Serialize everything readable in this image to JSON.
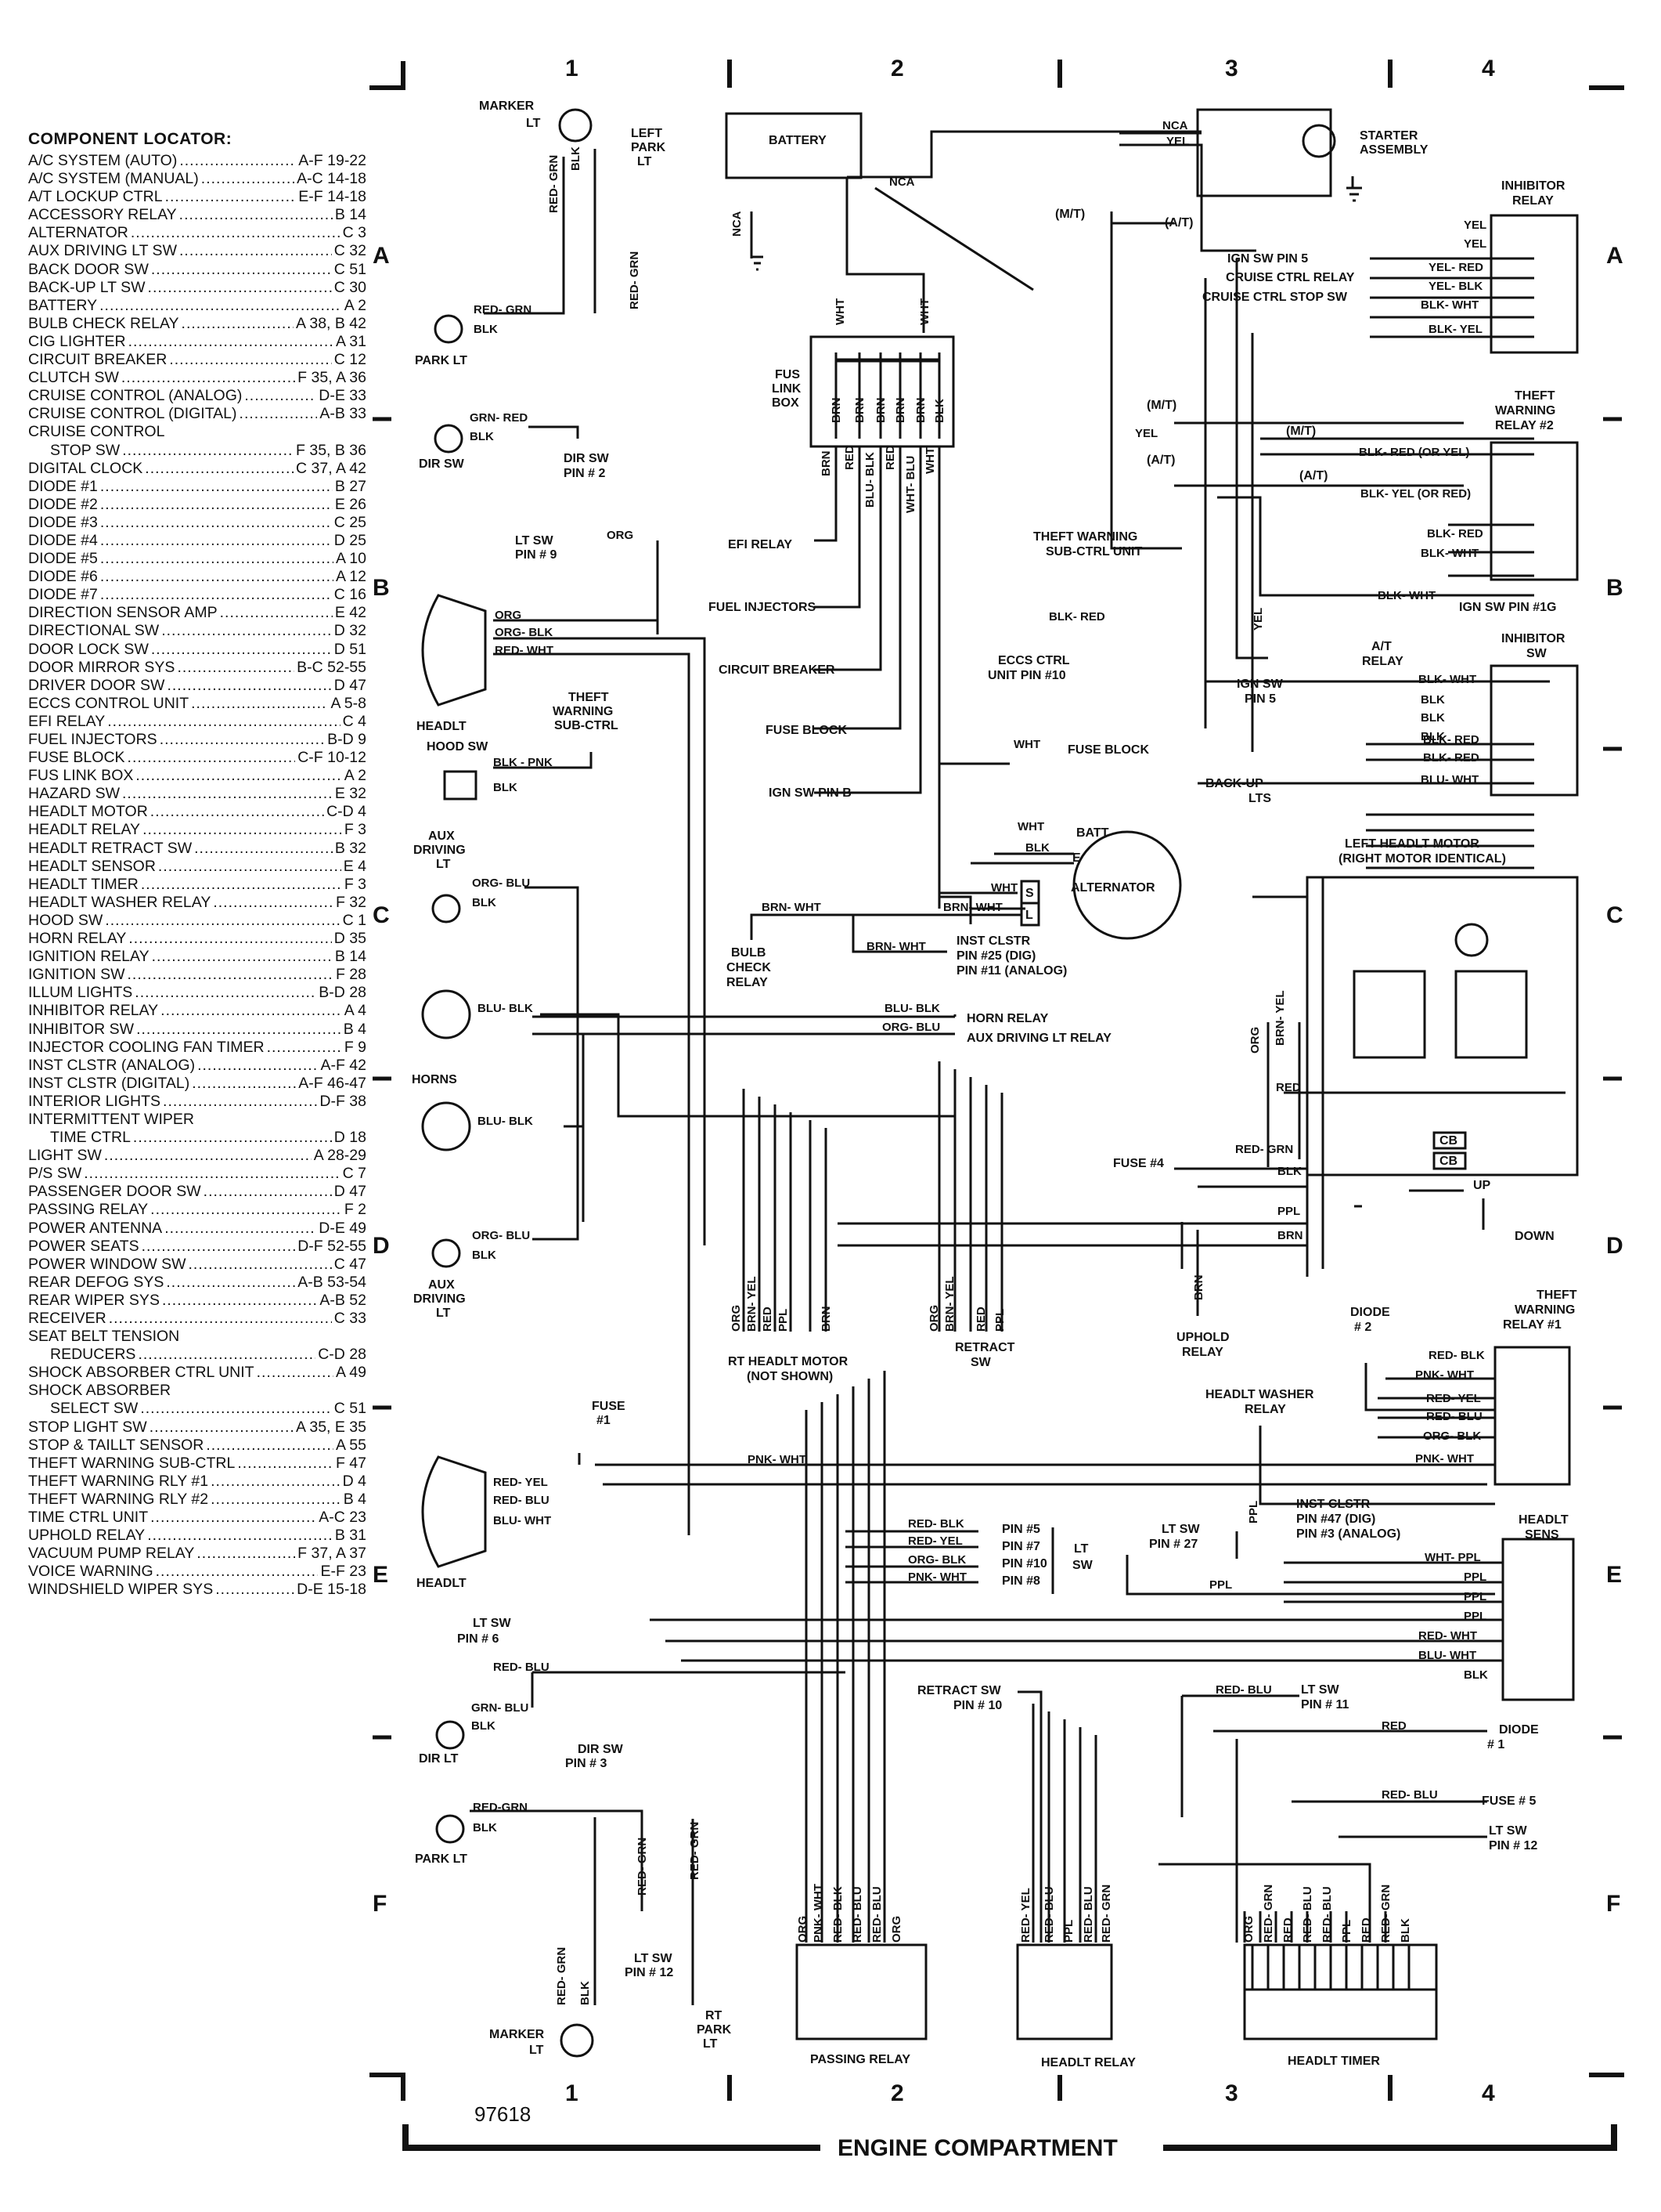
{
  "figure_id": "97618",
  "footer_title": "ENGINE COMPARTMENT",
  "grid": {
    "columns": [
      "1",
      "2",
      "3",
      "4"
    ],
    "rows": [
      "A",
      "B",
      "C",
      "D",
      "E",
      "F"
    ]
  },
  "component_locator": {
    "title": "COMPONENT LOCATOR:",
    "entries": [
      {
        "name": "A/C SYSTEM (AUTO)",
        "ref": "A-F 19-22"
      },
      {
        "name": "A/C SYSTEM (MANUAL)",
        "ref": "A-C 14-18"
      },
      {
        "name": "A/T LOCKUP CTRL",
        "ref": "E-F 14-18"
      },
      {
        "name": "ACCESSORY RELAY",
        "ref": "B 14"
      },
      {
        "name": "ALTERNATOR",
        "ref": "C 3"
      },
      {
        "name": "AUX DRIVING LT SW",
        "ref": "C 32"
      },
      {
        "name": "BACK DOOR SW",
        "ref": "C 51"
      },
      {
        "name": "BACK-UP LT SW",
        "ref": "C 30"
      },
      {
        "name": "BATTERY",
        "ref": "A 2"
      },
      {
        "name": "BULB CHECK RELAY",
        "ref": "A 38, B 42"
      },
      {
        "name": "CIG LIGHTER",
        "ref": "A 31"
      },
      {
        "name": "CIRCUIT BREAKER",
        "ref": "C 12"
      },
      {
        "name": "CLUTCH SW",
        "ref": "F 35, A 36"
      },
      {
        "name": "CRUISE CONTROL (ANALOG)",
        "ref": "D-E 33"
      },
      {
        "name": "CRUISE CONTROL (DIGITAL)",
        "ref": "A-B 33"
      },
      {
        "name": "CRUISE CONTROL",
        "ref": ""
      },
      {
        "name": "STOP SW",
        "ref": "F 35, B 36",
        "cont": true
      },
      {
        "name": "DIGITAL CLOCK",
        "ref": "C 37, A 42"
      },
      {
        "name": "DIODE #1",
        "ref": "B 27"
      },
      {
        "name": "DIODE #2",
        "ref": "E 26"
      },
      {
        "name": "DIODE #3",
        "ref": "C 25"
      },
      {
        "name": "DIODE #4",
        "ref": "D 25"
      },
      {
        "name": "DIODE #5",
        "ref": "A 10"
      },
      {
        "name": "DIODE #6",
        "ref": "A 12"
      },
      {
        "name": "DIODE #7",
        "ref": "C 16"
      },
      {
        "name": "DIRECTION SENSOR AMP",
        "ref": "E 42"
      },
      {
        "name": "DIRECTIONAL SW",
        "ref": "D 32"
      },
      {
        "name": "DOOR LOCK SW",
        "ref": "D 51"
      },
      {
        "name": "DOOR MIRROR SYS",
        "ref": "B-C 52-55"
      },
      {
        "name": "DRIVER DOOR SW",
        "ref": "D 47"
      },
      {
        "name": "ECCS CONTROL UNIT",
        "ref": "A 5-8"
      },
      {
        "name": "EFI RELAY",
        "ref": "C 4"
      },
      {
        "name": "FUEL INJECTORS",
        "ref": "B-D 9"
      },
      {
        "name": "FUSE BLOCK",
        "ref": "C-F 10-12"
      },
      {
        "name": "FUS LINK BOX",
        "ref": "A 2"
      },
      {
        "name": "HAZARD SW",
        "ref": "E 32"
      },
      {
        "name": "HEADLT MOTOR",
        "ref": "C-D 4"
      },
      {
        "name": "HEADLT RELAY",
        "ref": "F 3"
      },
      {
        "name": "HEADLT RETRACT SW",
        "ref": "B 32"
      },
      {
        "name": "HEADLT SENSOR",
        "ref": "E 4"
      },
      {
        "name": "HEADLT TIMER",
        "ref": "F 3"
      },
      {
        "name": "HEADLT WASHER RELAY",
        "ref": "F 32"
      },
      {
        "name": "HOOD SW",
        "ref": "C 1"
      },
      {
        "name": "HORN RELAY",
        "ref": "D 35"
      },
      {
        "name": "IGNITION RELAY",
        "ref": "B 14"
      },
      {
        "name": "IGNITION SW",
        "ref": "F 28"
      },
      {
        "name": "ILLUM LIGHTS",
        "ref": "B-D 28"
      },
      {
        "name": "INHIBITOR RELAY",
        "ref": "A 4"
      },
      {
        "name": "INHIBITOR SW",
        "ref": "B 4"
      },
      {
        "name": "INJECTOR COOLING FAN TIMER",
        "ref": "F 9"
      },
      {
        "name": "INST CLSTR (ANALOG)",
        "ref": "A-F 42"
      },
      {
        "name": "INST CLSTR (DIGITAL)",
        "ref": "A-F 46-47"
      },
      {
        "name": "INTERIOR LIGHTS",
        "ref": "D-F 38"
      },
      {
        "name": "INTERMITTENT WIPER",
        "ref": ""
      },
      {
        "name": "TIME CTRL",
        "ref": "D 18",
        "cont": true
      },
      {
        "name": "LIGHT SW",
        "ref": "A 28-29"
      },
      {
        "name": "P/S SW",
        "ref": "C 7"
      },
      {
        "name": "PASSENGER DOOR SW",
        "ref": "D 47"
      },
      {
        "name": "PASSING RELAY",
        "ref": "F 2"
      },
      {
        "name": "POWER ANTENNA",
        "ref": "D-E 49"
      },
      {
        "name": "POWER SEATS",
        "ref": "D-F 52-55"
      },
      {
        "name": "POWER WINDOW SW",
        "ref": "C 47"
      },
      {
        "name": "REAR DEFOG SYS",
        "ref": "A-B 53-54"
      },
      {
        "name": "REAR WIPER SYS",
        "ref": "A-B 52"
      },
      {
        "name": "RECEIVER",
        "ref": "C 33"
      },
      {
        "name": "SEAT BELT TENSION",
        "ref": ""
      },
      {
        "name": "REDUCERS",
        "ref": "C-D 28",
        "cont": true
      },
      {
        "name": "SHOCK ABSORBER CTRL UNIT",
        "ref": "A 49"
      },
      {
        "name": "SHOCK ABSORBER",
        "ref": ""
      },
      {
        "name": "SELECT SW",
        "ref": "C 51",
        "cont": true
      },
      {
        "name": "STOP LIGHT SW",
        "ref": "A 35, E 35"
      },
      {
        "name": "STOP & TAILLT SENSOR",
        "ref": "A 55"
      },
      {
        "name": "THEFT WARNING SUB-CTRL",
        "ref": "F 47"
      },
      {
        "name": "THEFT WARNING RLY #1",
        "ref": "D 4"
      },
      {
        "name": "THEFT WARNING RLY #2",
        "ref": "B 4"
      },
      {
        "name": "TIME CTRL UNIT",
        "ref": "A-C 23"
      },
      {
        "name": "UPHOLD RELAY",
        "ref": "B 31"
      },
      {
        "name": "VACUUM PUMP RELAY",
        "ref": "F 37, A 37"
      },
      {
        "name": "VOICE WARNING",
        "ref": "E-F 23"
      },
      {
        "name": "WINDSHIELD WIPER SYS",
        "ref": "D-E 15-18"
      }
    ]
  },
  "components": {
    "marker_lt_top": [
      "MARKER",
      "LT"
    ],
    "left_park_lt": [
      "LEFT",
      "PARK",
      "LT"
    ],
    "park_lt": "PARK LT",
    "dir_sw": "DIR SW",
    "dir_sw_pin2": [
      "DIR SW",
      "PIN # 2"
    ],
    "battery": "BATTERY",
    "starter": [
      "STARTER",
      "ASSEMBLY"
    ],
    "inhibitor_relay": [
      "INHIBITOR",
      "RELAY"
    ],
    "fus_link_box": [
      "FUS",
      "LINK",
      "BOX"
    ],
    "efi_relay": "EFI RELAY",
    "fuel_injectors": "FUEL INJECTORS",
    "circuit_breaker": "CIRCUIT BREAKER",
    "fuse_block": "FUSE BLOCK",
    "ign_sw_pin_b": "IGN SW PIN B",
    "lt_sw_pin9": [
      "LT SW",
      "PIN # 9"
    ],
    "headlt": "HEADLT",
    "theft_sub_ctrl": [
      "THEFT",
      "WARNING",
      "SUB-CTRL"
    ],
    "hood_sw": "HOOD SW",
    "aux_driving_lt": [
      "AUX",
      "DRIVING",
      "LT"
    ],
    "horns": "HORNS",
    "ign_sw_pin5": "IGN SW PIN 5",
    "cruise_ctrl_relay": "CRUISE CTRL RELAY",
    "cruise_ctrl_stop_sw": "CRUISE CTRL STOP SW",
    "mt": "(M/T)",
    "at": "(A/T)",
    "theft_relay2": [
      "THEFT",
      "WARNING",
      "RELAY #2"
    ],
    "theft_sub_ctrl_unit": [
      "THEFT WARNING",
      "SUB-CTRL UNIT"
    ],
    "ign_sw_pin1g": "IGN SW PIN #1G",
    "eccs": [
      "ECCS CTRL",
      "UNIT PIN #10"
    ],
    "ign_sw_pin5b": [
      "IGN SW",
      "PIN 5"
    ],
    "at_relay": [
      "A/T",
      "RELAY"
    ],
    "inhibitor_sw": [
      "INHIBITOR",
      "SW"
    ],
    "back_up_lts": [
      "BACK-UP",
      "LTS"
    ],
    "batt": "BATT",
    "e": "E",
    "s": "S",
    "l": "L",
    "alternator": "ALTERNATOR",
    "bulb_check": [
      "BULB",
      "CHECK",
      "RELAY"
    ],
    "inst_clstr_25": [
      "INST CLSTR",
      "PIN #25 (DIG)",
      "PIN #11 (ANALOG)"
    ],
    "left_headlt_motor": [
      "LEFT HEADLT MOTOR",
      "(RIGHT MOTOR IDENTICAL)"
    ],
    "horn_relay": "HORN RELAY",
    "aux_driving_lt_relay": "AUX DRIVING LT RELAY",
    "fuse4": "FUSE #4",
    "up": "UP",
    "down": "DOWN",
    "cb": "CB",
    "rt_headlt_motor": [
      "RT HEADLT MOTOR",
      "(NOT SHOWN)"
    ],
    "retract_sw": [
      "RETRACT",
      "SW"
    ],
    "uphold_relay": [
      "UPHOLD",
      "RELAY"
    ],
    "diode2": [
      "DIODE",
      "# 2"
    ],
    "theft_relay1": [
      "THEFT",
      "WARNING",
      "RELAY #1"
    ],
    "fuse1": [
      "FUSE",
      "#1"
    ],
    "headlt_washer_relay": [
      "HEADLT  WASHER",
      "RELAY"
    ],
    "inst_clstr_47": [
      "INST CLSTR",
      "PIN #47 (DIG)",
      "PIN #3 (ANALOG)"
    ],
    "headlt_sens": [
      "HEADLT",
      "SENS"
    ],
    "lt_sw_pin27": [
      "LT SW",
      "PIN # 27"
    ],
    "pins_lt_sw": [
      "PIN #5",
      "PIN #7",
      "PIN #10",
      "PIN #8"
    ],
    "lt_sw": [
      "LT",
      "SW"
    ],
    "lt_sw_pin6": [
      "LT SW",
      "PIN # 6"
    ],
    "dir_lt": "DIR  LT",
    "dir_sw_pin3": [
      "DIR SW",
      "PIN # 3"
    ],
    "retract_sw_pin10": [
      "RETRACT  SW",
      "PIN # 10"
    ],
    "lt_sw_pin11": [
      "LT SW",
      "PIN # 11"
    ],
    "diode1": [
      "DIODE",
      "# 1"
    ],
    "fuse5": "FUSE # 5",
    "lt_sw_pin12r": [
      "LT SW",
      "PIN # 12"
    ],
    "lt_sw_pin12": [
      "LT SW",
      "PIN # 12"
    ],
    "rt_park_lt": [
      "RT",
      "PARK",
      "LT"
    ],
    "marker_lt_bottom": [
      "MARKER",
      "LT"
    ],
    "passing_relay": "PASSING RELAY",
    "headlt_relay": "HEADLT  RELAY",
    "headlt_timer": "HEADLT TIMER",
    "nca": "NCA"
  },
  "wires": {
    "red_grn": "RED- GRN",
    "red_grn2": "RED-GRN",
    "blk": "BLK",
    "grn_red": "GRN- RED",
    "nca": "NCA",
    "yel": "YEL",
    "wht": "WHT",
    "brn": "BRN",
    "red": "RED",
    "org": "ORG",
    "blu_blk": "BLU- BLK",
    "wht_blu": "WHT- BLU",
    "yel_red": "YEL- RED",
    "yel_blk": "YEL- BLK",
    "blk_wht": "BLK- WHT",
    "blk_yel": "BLK- YEL",
    "blk_red_or_yel": "BLK- RED (OR YEL)",
    "blk_yel_or_red": "BLK- YEL (OR RED)",
    "blk_red": "BLK- RED",
    "org_blk": "ORG- BLK",
    "red_wht": "RED- WHT",
    "blk_pnk": "BLK - PNK",
    "org_blu": "ORG- BLU",
    "blu_wht": "BLU- WHT",
    "brn_wht": "BRN- WHT",
    "brn_yel": "BRN- YEL",
    "ppl": "PPL",
    "red_blk": "RED- BLK",
    "pnk_wht": "PNK- WHT",
    "red_yel": "RED- YEL",
    "red_blu": "RED- BLU",
    "wht_ppl": "WHT- PPL",
    "grn_blu": "GRN- BLU"
  },
  "colors": {
    "ink": "#111111",
    "paper": "#ffffff"
  }
}
